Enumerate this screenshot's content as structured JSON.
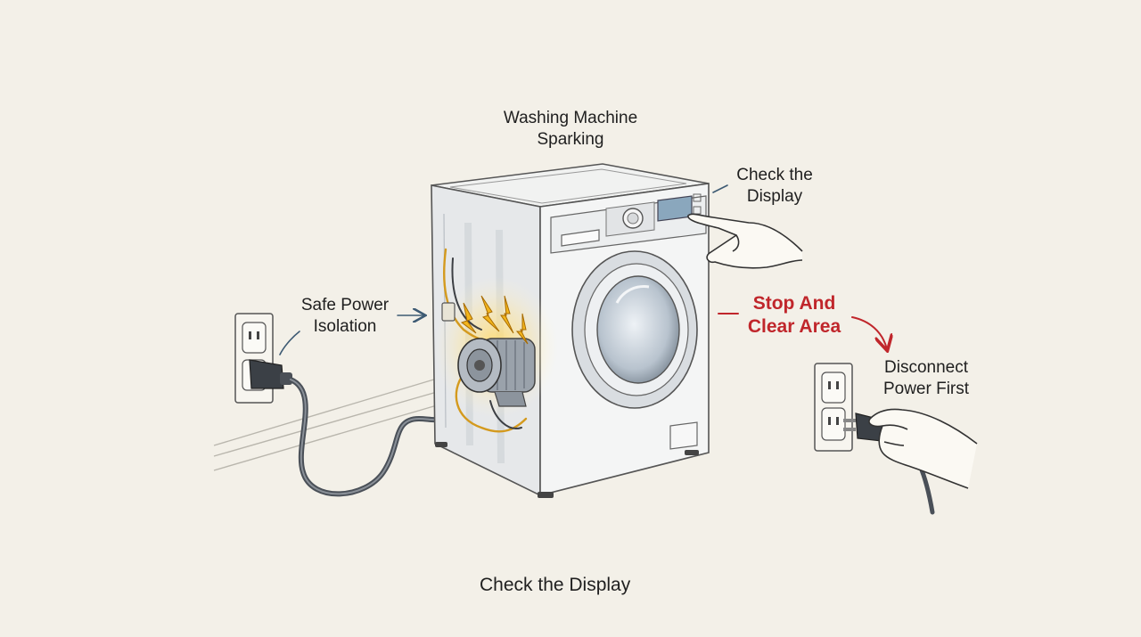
{
  "title": {
    "line1": "Washing Machine",
    "line2": "Sparking"
  },
  "labels": {
    "check_display": {
      "line1": "Check the",
      "line2": "Display"
    },
    "safe_power": {
      "line1": "Safe Power",
      "line2": "Isolation"
    },
    "stop_clear": {
      "line1": "Stop And",
      "line2": "Clear Area"
    },
    "disconnect": {
      "line1": "Disconnect",
      "line2": "Power First"
    }
  },
  "caption": "Check the Display",
  "colors": {
    "background": "#f3f0e8",
    "warning_text": "#c0262b",
    "spark": "#f2b51d",
    "pointer_arrow": "#3d5a73"
  },
  "icons": [
    "washing-machine-icon",
    "motor-icon",
    "spark-icon",
    "wall-outlet-icon",
    "plug-icon",
    "hand-icon",
    "arrow-icon"
  ]
}
